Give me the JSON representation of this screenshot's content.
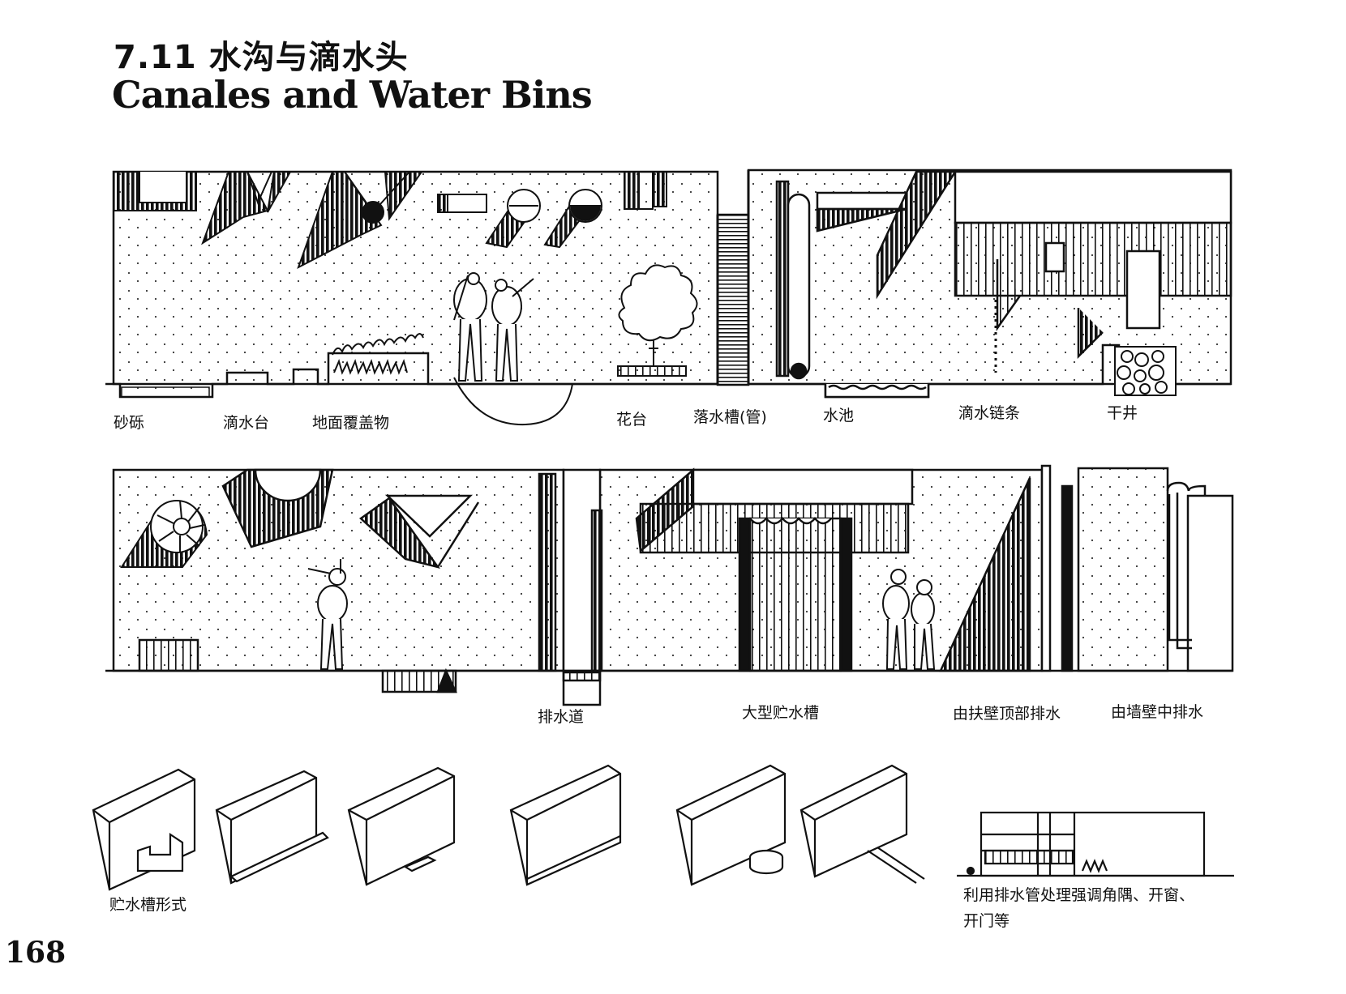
{
  "header": {
    "title_zh": "7.11  水沟与滴水头",
    "title_en": "Canales and Water Bins"
  },
  "row1_labels": [
    "砂砾",
    "滴水台",
    "地面覆盖物",
    "花台",
    "落水槽(管)",
    "水池",
    "滴水链条",
    "干井"
  ],
  "row2_labels": [
    "排水道",
    "大型贮水槽",
    "由扶壁顶部排水",
    "由墙壁中排水"
  ],
  "row3_labels": {
    "forms": "贮水槽形式",
    "emphasis_line1": "利用排水管处理强调角隅、开窗、",
    "emphasis_line2": "开门等"
  },
  "page_number": "168"
}
